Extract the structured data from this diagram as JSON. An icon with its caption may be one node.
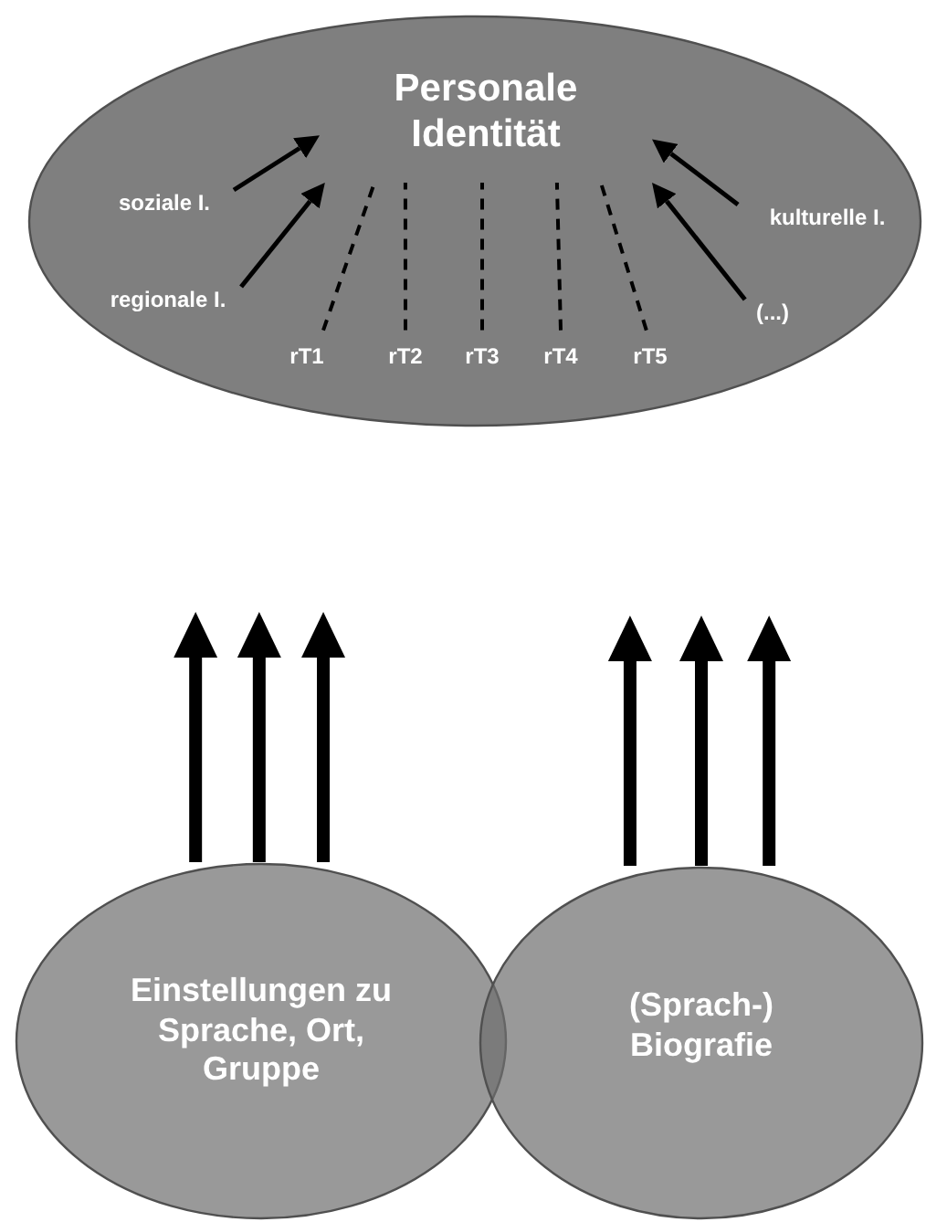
{
  "diagram": {
    "nodes": [
      {
        "text": [],
        "shape": "ellipse"
      },
      {
        "text": [
          "Personale Identität"
        ],
        "in": 0
      },
      {
        "text": [
          "soziale I."
        ],
        "in": 0
      },
      {
        "text": [
          "regionale I."
        ],
        "in": 0
      },
      {
        "text": [
          "kulturelle I."
        ],
        "in": 0
      },
      {
        "text": [
          "(...)"
        ],
        "in": 0
      },
      {
        "text": [
          "rT1"
        ],
        "in": 0
      },
      {
        "text": [
          "rT2"
        ],
        "in": 0
      },
      {
        "text": [
          "rT3"
        ],
        "in": 0
      },
      {
        "text": [
          "rT4"
        ],
        "in": 0
      },
      {
        "text": [
          "rT5"
        ],
        "in": 0
      },
      {
        "text": [
          "Einstellungen zu Sprache, Ort, Gruppe"
        ]
      },
      {
        "text": [
          "(Sprach-) Biografie"
        ]
      }
    ],
    "edges": [
      {
        "from": 2,
        "to": 1,
        "arrow": "to"
      },
      {
        "from": 3,
        "to": 1,
        "arrow": "to"
      },
      {
        "from": 4,
        "to": 1,
        "arrow": "to"
      },
      {
        "from": 5,
        "to": 1,
        "arrow": "to"
      },
      {
        "from": 6,
        "to": 1,
        "arrow": "none",
        "style": "dashed"
      },
      {
        "from": 7,
        "to": 1,
        "arrow": "none",
        "style": "dashed"
      },
      {
        "from": 8,
        "to": 1,
        "arrow": "none",
        "style": "dashed"
      },
      {
        "from": 9,
        "to": 1,
        "arrow": "none",
        "style": "dashed"
      },
      {
        "from": 10,
        "to": 1,
        "arrow": "none",
        "style": "dashed"
      },
      {
        "from": 11,
        "to": null,
        "arrow": "to",
        "style": "thick"
      },
      {
        "from": 11,
        "to": null,
        "arrow": "to",
        "style": "thick"
      },
      {
        "from": 11,
        "to": null,
        "arrow": "to",
        "style": "thick"
      },
      {
        "from": 12,
        "to": null,
        "arrow": "to",
        "style": "thick"
      },
      {
        "from": 12,
        "to": null,
        "arrow": "to",
        "style": "thick"
      },
      {
        "from": 12,
        "to": null,
        "arrow": "to",
        "style": "thick"
      }
    ]
  }
}
